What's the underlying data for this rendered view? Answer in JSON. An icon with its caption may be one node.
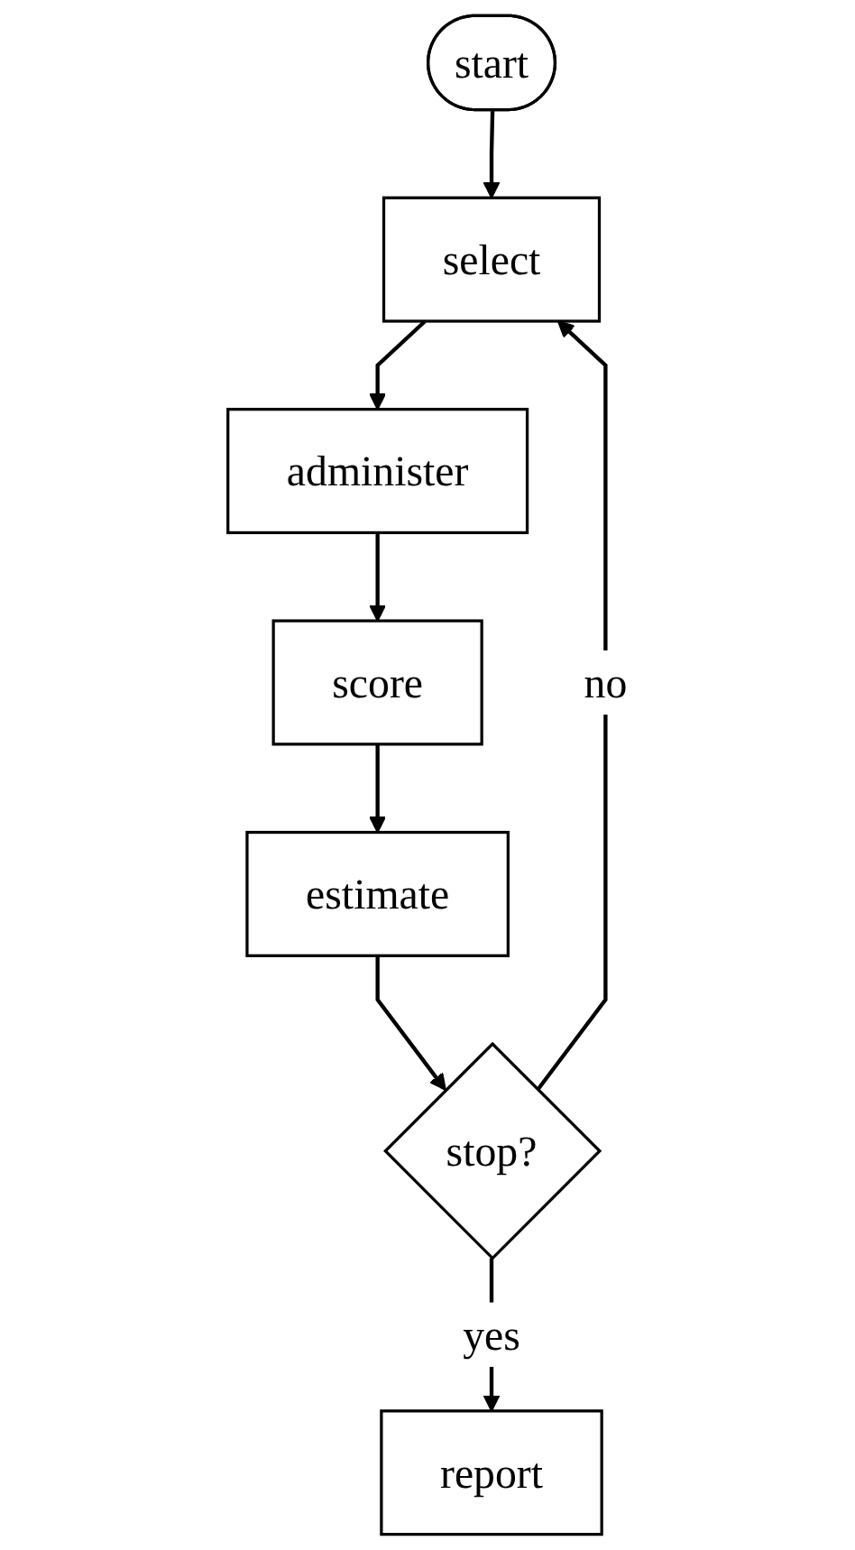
{
  "diagram": {
    "nodes": [
      {
        "text": [
          "start"
        ]
      },
      {
        "text": [
          "select"
        ]
      },
      {
        "text": [
          "administer"
        ]
      },
      {
        "text": [
          "score"
        ]
      },
      {
        "text": [
          "estimate"
        ]
      },
      {
        "text": [
          "stop?"
        ]
      },
      {
        "text": [
          "report"
        ]
      }
    ],
    "edges": [
      {
        "from": 0,
        "to": 1,
        "arrow": "to"
      },
      {
        "from": 1,
        "to": 2,
        "arrow": "to"
      },
      {
        "from": 2,
        "to": 3,
        "arrow": "to"
      },
      {
        "from": 3,
        "to": 4,
        "arrow": "to"
      },
      {
        "from": 4,
        "to": 5,
        "arrow": "to"
      },
      {
        "from": 5,
        "to": 1,
        "label": "no",
        "arrow": "to"
      },
      {
        "from": 5,
        "to": 6,
        "label": "yes",
        "arrow": "to"
      }
    ]
  }
}
